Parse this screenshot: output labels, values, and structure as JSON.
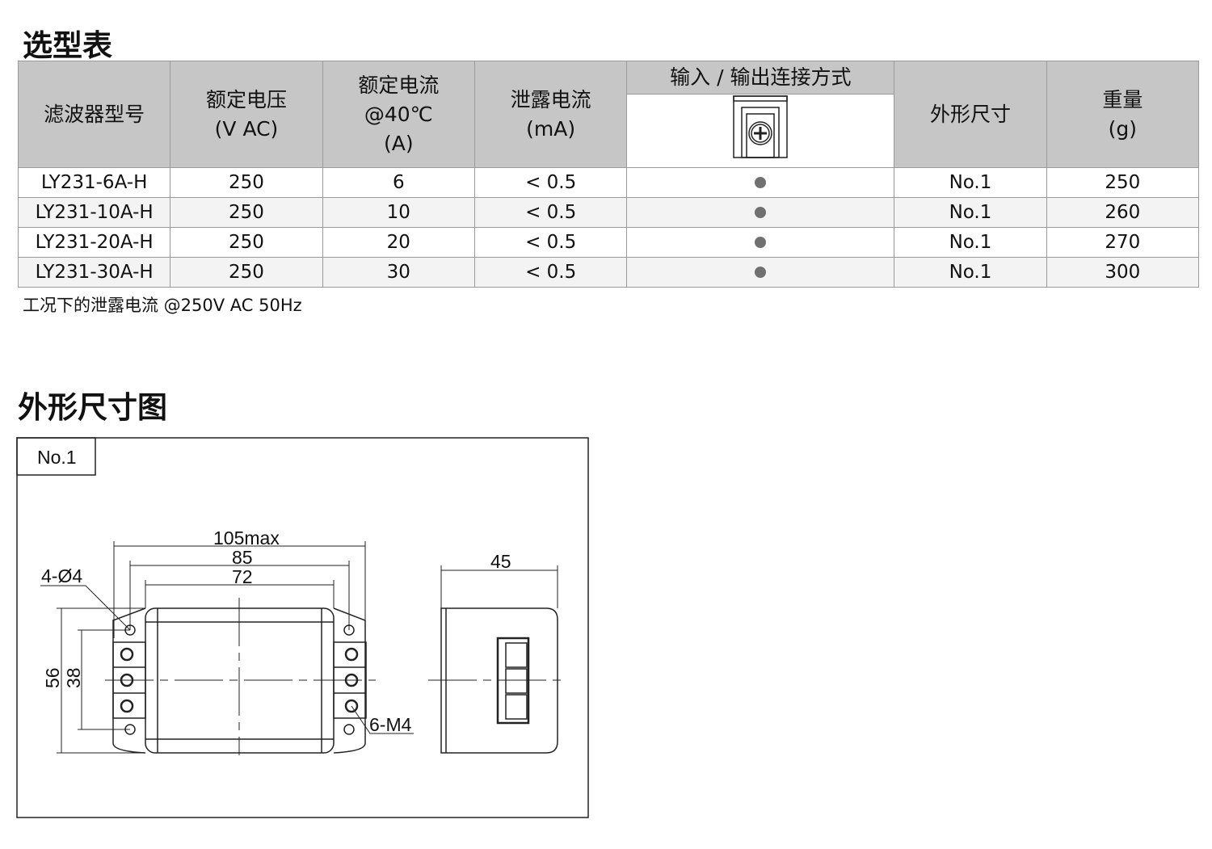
{
  "selection_title": "选型表",
  "headers": {
    "model": "滤波器型号",
    "voltage": "额定电压",
    "voltage_unit": "(V AC)",
    "current": "额定电流",
    "current_cond": "@40℃",
    "current_unit": "(A)",
    "leakage": "泄露电流",
    "leakage_unit": "(mA)",
    "connection": "输入 / 输出连接方式",
    "outline": "外形尺寸",
    "weight": "重量",
    "weight_unit": "(g)"
  },
  "rows": [
    {
      "model": "LY231-6A-H",
      "voltage": "250",
      "current": "6",
      "leakage": "< 0.5",
      "outline": "No.1",
      "weight": "250"
    },
    {
      "model": "LY231-10A-H",
      "voltage": "250",
      "current": "10",
      "leakage": "< 0.5",
      "outline": "No.1",
      "weight": "260"
    },
    {
      "model": "LY231-20A-H",
      "voltage": "250",
      "current": "20",
      "leakage": "< 0.5",
      "outline": "No.1",
      "weight": "270"
    },
    {
      "model": "LY231-30A-H",
      "voltage": "250",
      "current": "30",
      "leakage": "< 0.5",
      "outline": "No.1",
      "weight": "300"
    }
  ],
  "note": "工况下的泄露电流 @250V AC 50Hz",
  "drawing_title": "外形尺寸图",
  "drawing": {
    "label": "No.1",
    "dim_105": "105max",
    "dim_85": "85",
    "dim_72": "72",
    "dim_56": "56",
    "dim_38": "38",
    "holes": "4-Ø4",
    "screws": "6-M4",
    "dim_45": "45"
  }
}
